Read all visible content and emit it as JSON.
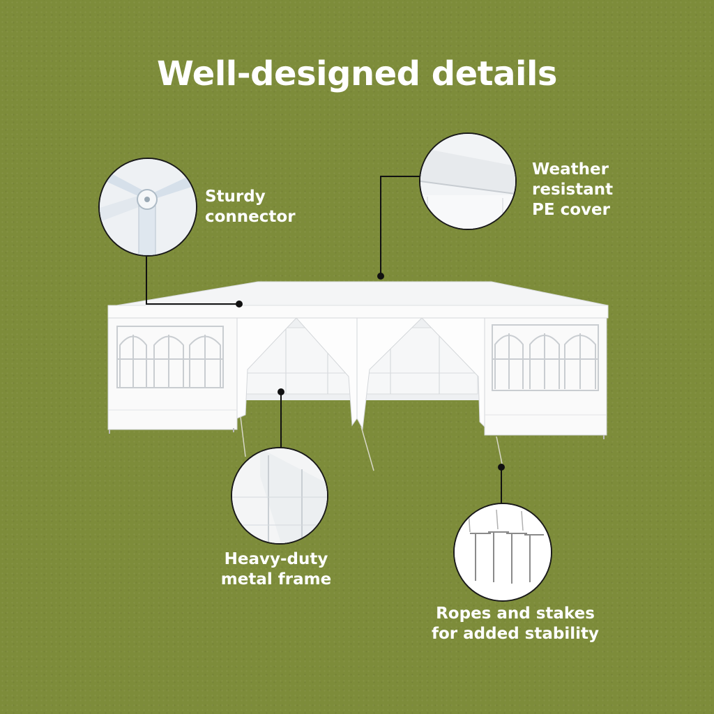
{
  "title": "Well-designed details",
  "callouts": {
    "connector": {
      "line1": "Sturdy",
      "line2": "connector"
    },
    "cover": {
      "line1": "Weather",
      "line2": "resistant",
      "line3": "PE cover"
    },
    "frame": {
      "line1": "Heavy-duty",
      "line2": "metal frame"
    },
    "stakes": {
      "line1": "Ropes and stakes",
      "line2": "for added stability"
    }
  },
  "colors": {
    "background": "#7d8c3a",
    "text": "#ffffff",
    "callout_line": "#111111"
  },
  "icons": [
    "connector-detail-image",
    "cover-detail-image",
    "frame-detail-image",
    "stakes-detail-image",
    "tent-image"
  ]
}
